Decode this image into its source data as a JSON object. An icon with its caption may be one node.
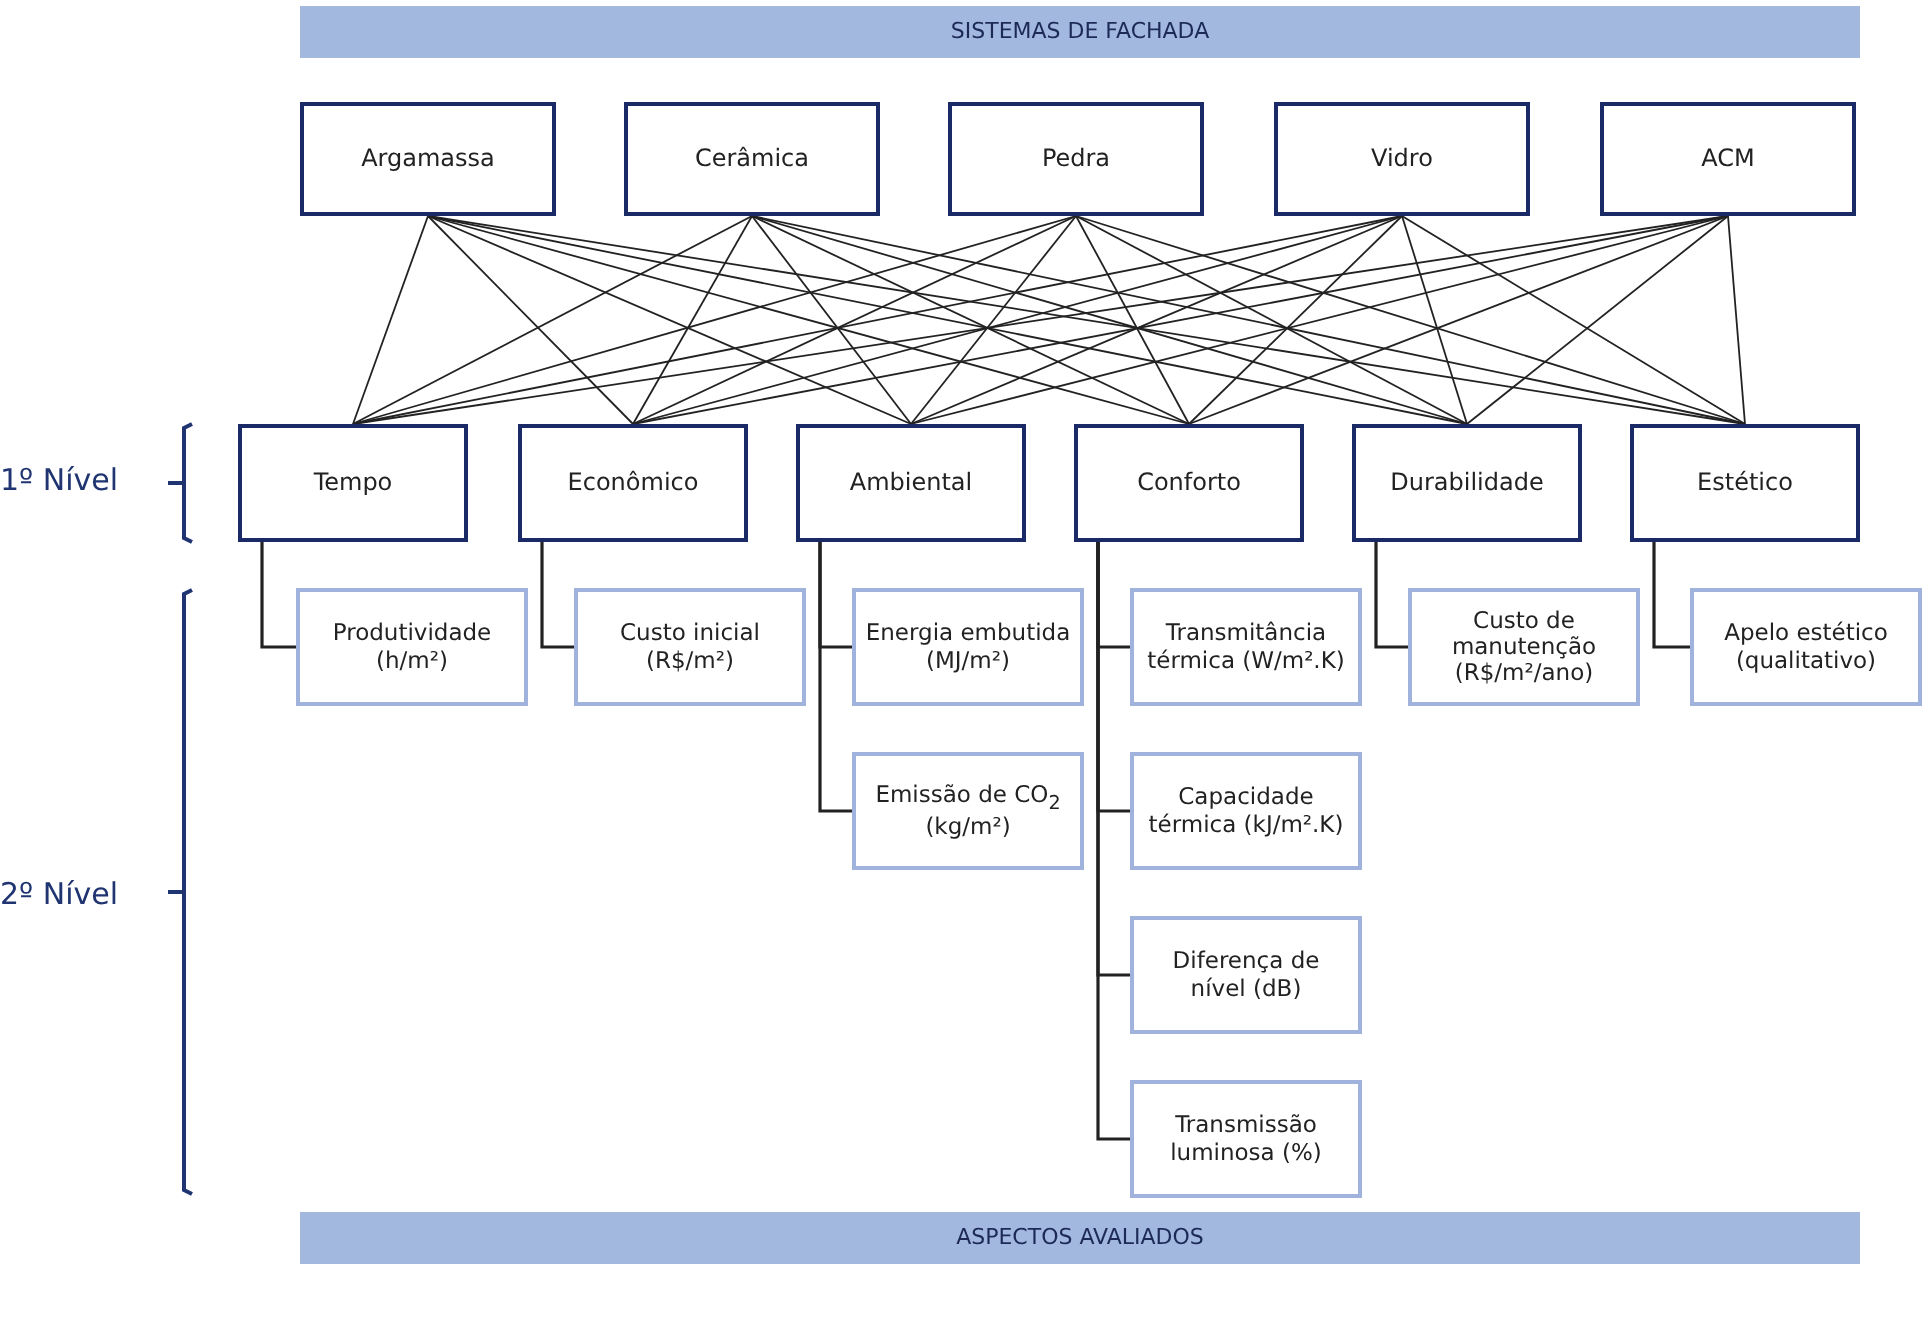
{
  "diagram": {
    "nodes": [
      {
        "text": [
          "SISTEMAS DE FACHADA"
        ]
      },
      {
        "text": [
          "Argamassa"
        ]
      },
      {
        "text": [
          "Cerâmica"
        ]
      },
      {
        "text": [
          "Pedra"
        ]
      },
      {
        "text": [
          "Vidro"
        ]
      },
      {
        "text": [
          "ACM"
        ]
      },
      {
        "text": [
          "Tempo"
        ]
      },
      {
        "text": [
          "Econômico"
        ]
      },
      {
        "text": [
          "Ambiental"
        ]
      },
      {
        "text": [
          "Conforto"
        ]
      },
      {
        "text": [
          "Durabilidade"
        ]
      },
      {
        "text": [
          "Estético"
        ]
      },
      {
        "text": [
          "Produtividade (h/m²)"
        ]
      },
      {
        "text": [
          "Custo inicial (R$/m²)"
        ]
      },
      {
        "text": [
          "Energia embutida (MJ/m²)"
        ]
      },
      {
        "text": [
          "Transmitância térmica (W/m².K)"
        ]
      },
      {
        "text": [
          "Custo de manutenção (R$/m²/ano)"
        ]
      },
      {
        "text": [
          "Apelo estético (qualitativo)"
        ]
      },
      {
        "text": [
          "Emissão de CO$_{2}$ (kg/m²)"
        ]
      },
      {
        "text": [
          "Capacidade térmica (kJ/m².K)"
        ]
      },
      {
        "text": [
          "Diferença de nível (dB)"
        ]
      },
      {
        "text": [
          "Transmissão luminosa (%)"
        ]
      },
      {
        "text": [
          "ASPECTOS AVALIADOS"
        ]
      }
    ],
    "edges": [
      {
        "from": 1,
        "to": 6,
        "arrow": "none"
      },
      {
        "from": 1,
        "to": 7,
        "arrow": "none"
      },
      {
        "from": 1,
        "to": 8,
        "arrow": "none"
      },
      {
        "from": 1,
        "to": 9,
        "arrow": "none"
      },
      {
        "from": 1,
        "to": 10,
        "arrow": "none"
      },
      {
        "from": 1,
        "to": 11,
        "arrow": "none"
      },
      {
        "from": 2,
        "to": 6,
        "arrow": "none"
      },
      {
        "from": 2,
        "to": 7,
        "arrow": "none"
      },
      {
        "from": 2,
        "to": 8,
        "arrow": "none"
      },
      {
        "from": 2,
        "to": 9,
        "arrow": "none"
      },
      {
        "from": 2,
        "to": 10,
        "arrow": "none"
      },
      {
        "from": 2,
        "to": 11,
        "arrow": "none"
      },
      {
        "from": 3,
        "to": 6,
        "arrow": "none"
      },
      {
        "from": 3,
        "to": 7,
        "arrow": "none"
      },
      {
        "from": 3,
        "to": 8,
        "arrow": "none"
      },
      {
        "from": 3,
        "to": 9,
        "arrow": "none"
      },
      {
        "from": 3,
        "to": 10,
        "arrow": "none"
      },
      {
        "from": 3,
        "to": 11,
        "arrow": "none"
      },
      {
        "from": 4,
        "to": 6,
        "arrow": "none"
      },
      {
        "from": 4,
        "to": 7,
        "arrow": "none"
      },
      {
        "from": 4,
        "to": 8,
        "arrow": "none"
      },
      {
        "from": 4,
        "to": 9,
        "arrow": "none"
      },
      {
        "from": 4,
        "to": 10,
        "arrow": "none"
      },
      {
        "from": 4,
        "to": 11,
        "arrow": "none"
      },
      {
        "from": 5,
        "to": 6,
        "arrow": "none"
      },
      {
        "from": 5,
        "to": 7,
        "arrow": "none"
      },
      {
        "from": 5,
        "to": 8,
        "arrow": "none"
      },
      {
        "from": 5,
        "to": 9,
        "arrow": "none"
      },
      {
        "from": 5,
        "to": 10,
        "arrow": "none"
      },
      {
        "from": 5,
        "to": 11,
        "arrow": "none"
      },
      {
        "from": 6,
        "to": 12,
        "arrow": "none"
      },
      {
        "from": 7,
        "to": 13,
        "arrow": "none"
      },
      {
        "from": 8,
        "to": 14,
        "arrow": "none"
      },
      {
        "from": 8,
        "to": 18,
        "arrow": "none"
      },
      {
        "from": 9,
        "to": 15,
        "arrow": "none"
      },
      {
        "from": 9,
        "to": 19,
        "arrow": "none"
      },
      {
        "from": 9,
        "to": 20,
        "arrow": "none"
      },
      {
        "from": 9,
        "to": 21,
        "arrow": "none"
      },
      {
        "from": 10,
        "to": 16,
        "arrow": "none"
      },
      {
        "from": 11,
        "to": 17,
        "arrow": "none"
      }
    ],
    "labels": [
      "1º Nível",
      "2º Nível"
    ]
  }
}
